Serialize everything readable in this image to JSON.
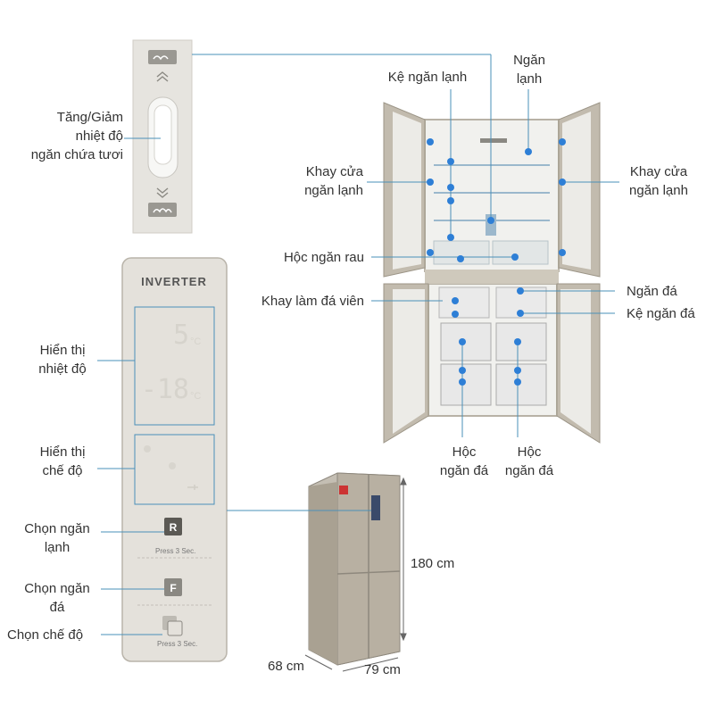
{
  "colors": {
    "callout_line": "#4a90b8",
    "callout_dot": "#2e7fd6",
    "panel_bg": "#e4e1db",
    "fridge_body": "#b9b1a3",
    "interior": "#f3f3f0",
    "label_text": "#333333"
  },
  "control_panel": {
    "brand": "INVERTER",
    "temp_fridge": "5",
    "temp_freezer": "-18",
    "temp_unit": "°C",
    "btn_fridge_letter": "R",
    "btn_freezer_letter": "F",
    "press_3sec_fridge": "Press 3 Sec.",
    "press_3sec_mode": "Press 3 Sec."
  },
  "labels": {
    "temp_control": [
      "Tăng/Giảm",
      "nhiệt độ",
      "ngăn chứa tươi"
    ],
    "fridge_shelf": "Kệ ngăn lạnh",
    "fridge_compartment": [
      "Ngăn",
      "lạnh"
    ],
    "fridge_door_tray_left": [
      "Khay cửa",
      "ngăn lạnh"
    ],
    "fridge_door_tray_right": [
      "Khay cửa",
      "ngăn lạnh"
    ],
    "vegetable_drawer": "Hộc ngăn rau",
    "ice_tray": "Khay làm đá viên",
    "freezer_compartment": "Ngăn đá",
    "freezer_shelf": "Kệ ngăn đá",
    "freezer_drawer_left": [
      "Hộc",
      "ngăn đá"
    ],
    "freezer_drawer_right": [
      "Hộc",
      "ngăn đá"
    ],
    "temp_display": [
      "Hiển thị",
      "nhiệt độ"
    ],
    "mode_display": [
      "Hiển thị",
      "chế độ"
    ],
    "select_fridge": [
      "Chọn ngăn",
      "lạnh"
    ],
    "select_freezer": [
      "Chọn ngăn",
      "đá"
    ],
    "select_mode": "Chọn chế độ"
  },
  "dimensions": {
    "height": "180 cm",
    "depth": "68 cm",
    "width": "79 cm"
  }
}
